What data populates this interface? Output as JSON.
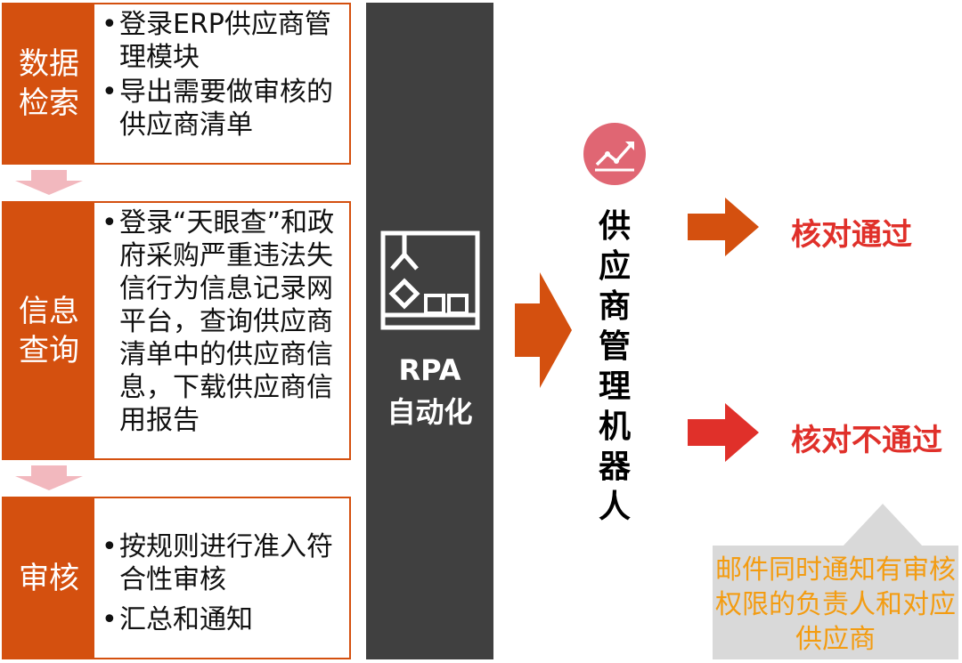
{
  "steps": [
    {
      "label": "数据检索",
      "bullets": [
        "登录ERP供应商管理模块",
        "导出需要做审核的供应商清单"
      ]
    },
    {
      "label": "信息查询",
      "bullets": [
        "登录“天眼查”和政府采购严重违法失信行为信息记录网平台，查询供应商清单中的供应商信息，下载供应商信用报告"
      ]
    },
    {
      "label": "审核",
      "bullets": [
        "按规则进行准入符合性审核",
        "汇总和通知"
      ]
    }
  ],
  "rpa": {
    "line1": "RPA",
    "line2": "自动化"
  },
  "robot_label": "供应商管理机器人",
  "results": {
    "pass": "核对通过",
    "fail": "核对不通过"
  },
  "notice": "邮件同时通知有审核权限的负责人和对应供应商",
  "colors": {
    "accent": "#D4500F",
    "dark": "#404040",
    "pink": "#F2B8BE",
    "red": "#E0302A",
    "orange_text": "#F39C12",
    "icon_circle": "#E06673"
  },
  "icons": {
    "robot": "robot-arm-icon",
    "chart": "trend-chart-icon"
  }
}
